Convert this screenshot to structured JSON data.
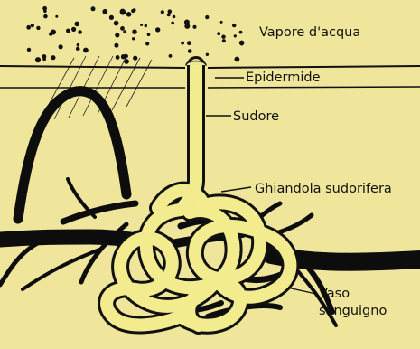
{
  "labels": {
    "vapore": "Vapore d'acqua",
    "epidermide": "Epidermide",
    "sudore": "Sudore",
    "ghiandola": "Ghiandola sudorifera",
    "vaso_1": "Vaso",
    "vaso_2": "sanguigno"
  },
  "colors": {
    "background": "#efe59b",
    "ink": "#111111"
  }
}
